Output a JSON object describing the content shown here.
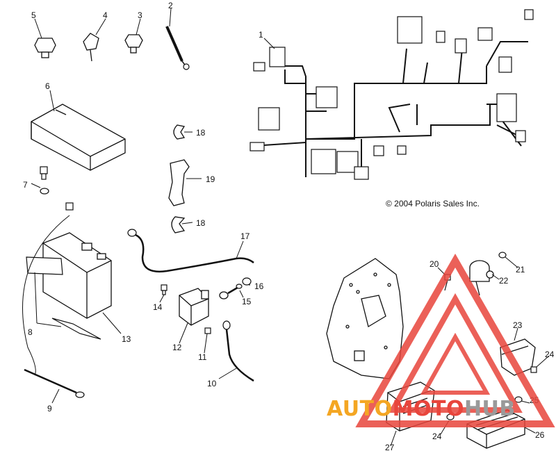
{
  "diagram": {
    "callouts": [
      {
        "id": "c1",
        "label": "1"
      },
      {
        "id": "c2",
        "label": "2"
      },
      {
        "id": "c3",
        "label": "3"
      },
      {
        "id": "c4",
        "label": "4"
      },
      {
        "id": "c5",
        "label": "5"
      },
      {
        "id": "c6",
        "label": "6"
      },
      {
        "id": "c7",
        "label": "7"
      },
      {
        "id": "c8",
        "label": "8"
      },
      {
        "id": "c9",
        "label": "9"
      },
      {
        "id": "c10",
        "label": "10"
      },
      {
        "id": "c11",
        "label": "11"
      },
      {
        "id": "c12",
        "label": "12"
      },
      {
        "id": "c13",
        "label": "13"
      },
      {
        "id": "c14",
        "label": "14"
      },
      {
        "id": "c15",
        "label": "15"
      },
      {
        "id": "c16",
        "label": "16"
      },
      {
        "id": "c17",
        "label": "17"
      },
      {
        "id": "c18a",
        "label": "18"
      },
      {
        "id": "c18b",
        "label": "18"
      },
      {
        "id": "c19",
        "label": "19"
      },
      {
        "id": "c20",
        "label": "20"
      },
      {
        "id": "c21",
        "label": "21"
      },
      {
        "id": "c22",
        "label": "22"
      },
      {
        "id": "c23",
        "label": "23"
      },
      {
        "id": "c24a",
        "label": "24"
      },
      {
        "id": "c24b",
        "label": "24"
      },
      {
        "id": "c25",
        "label": "25"
      },
      {
        "id": "c26",
        "label": "26"
      },
      {
        "id": "c27",
        "label": "27"
      }
    ],
    "copyright": "© 2004 Polaris Sales Inc.",
    "watermark": {
      "part1": "AUTO",
      "part2": "MOTO",
      "part3": "HUB",
      "color_orange": "#f4a623",
      "color_red": "#e8453c",
      "color_gray": "#9a9a9a"
    }
  }
}
